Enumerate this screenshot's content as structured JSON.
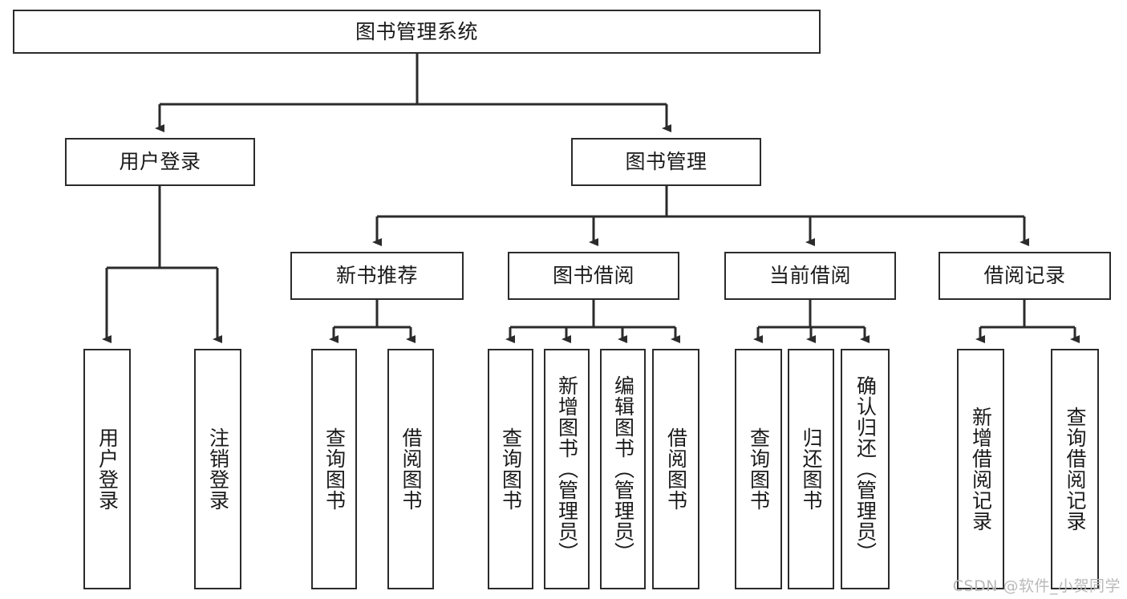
{
  "diagram": {
    "title": "图书管理系统",
    "type": "tree-hierarchy",
    "watermark": "CSDN @软件_小贺同学",
    "colors": {
      "stroke": "#2b2b2b",
      "fill": "#ffffff",
      "text": "#1a1a1a",
      "watermark": "#b9b9b9"
    },
    "root": {
      "label": "图书管理系统"
    },
    "level2": [
      {
        "label": "用户登录"
      },
      {
        "label": "图书管理"
      }
    ],
    "level3": [
      {
        "label": "新书推荐"
      },
      {
        "label": "图书借阅"
      },
      {
        "label": "当前借阅"
      },
      {
        "label": "借阅记录"
      }
    ],
    "leaves": {
      "user_login": [
        {
          "label": "用户登录"
        },
        {
          "label": "注销登录"
        }
      ],
      "new_book": [
        {
          "label": "查询图书"
        },
        {
          "label": "借阅图书"
        }
      ],
      "book_borrow": [
        {
          "label": "查询图书"
        },
        {
          "label": "新增图书（管理员）"
        },
        {
          "label": "编辑图书（管理员）"
        },
        {
          "label": "借阅图书"
        }
      ],
      "current_borrow": [
        {
          "label": "查询图书"
        },
        {
          "label": "归还图书"
        },
        {
          "label": "确认归还（管理员）"
        }
      ],
      "borrow_record": [
        {
          "label": "新增借阅记录"
        },
        {
          "label": "查询借阅记录"
        }
      ]
    }
  }
}
